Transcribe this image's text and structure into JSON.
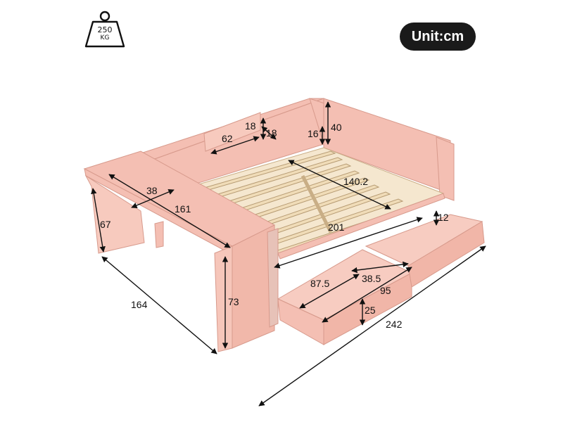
{
  "badge": {
    "unit_label": "Unit:cm"
  },
  "weight": {
    "value": "250",
    "unit": "KG"
  },
  "colors": {
    "bed_pink": "#f4bfb3",
    "bed_edge": "#d79a8c",
    "slat_wood": "#f0dcb8",
    "slat_edge": "#b79c74",
    "arrow": "#111111"
  },
  "dimensions": {
    "overall_length": "242",
    "overall_width": "164",
    "desk_height": "73",
    "desk_leg_height": "67",
    "desk_depth": "38",
    "desk_length": "161",
    "mattress_length": "201",
    "mattress_width": "140.2",
    "headboard_height": "40",
    "rail_height": "16",
    "shelf_width": "62",
    "shelf_height": "18",
    "shelf_depth": "18",
    "drawer_length": "87.5",
    "drawer_width": "38.5",
    "drawer_total": "95",
    "drawer_height": "25",
    "drawer_gap": "12"
  }
}
